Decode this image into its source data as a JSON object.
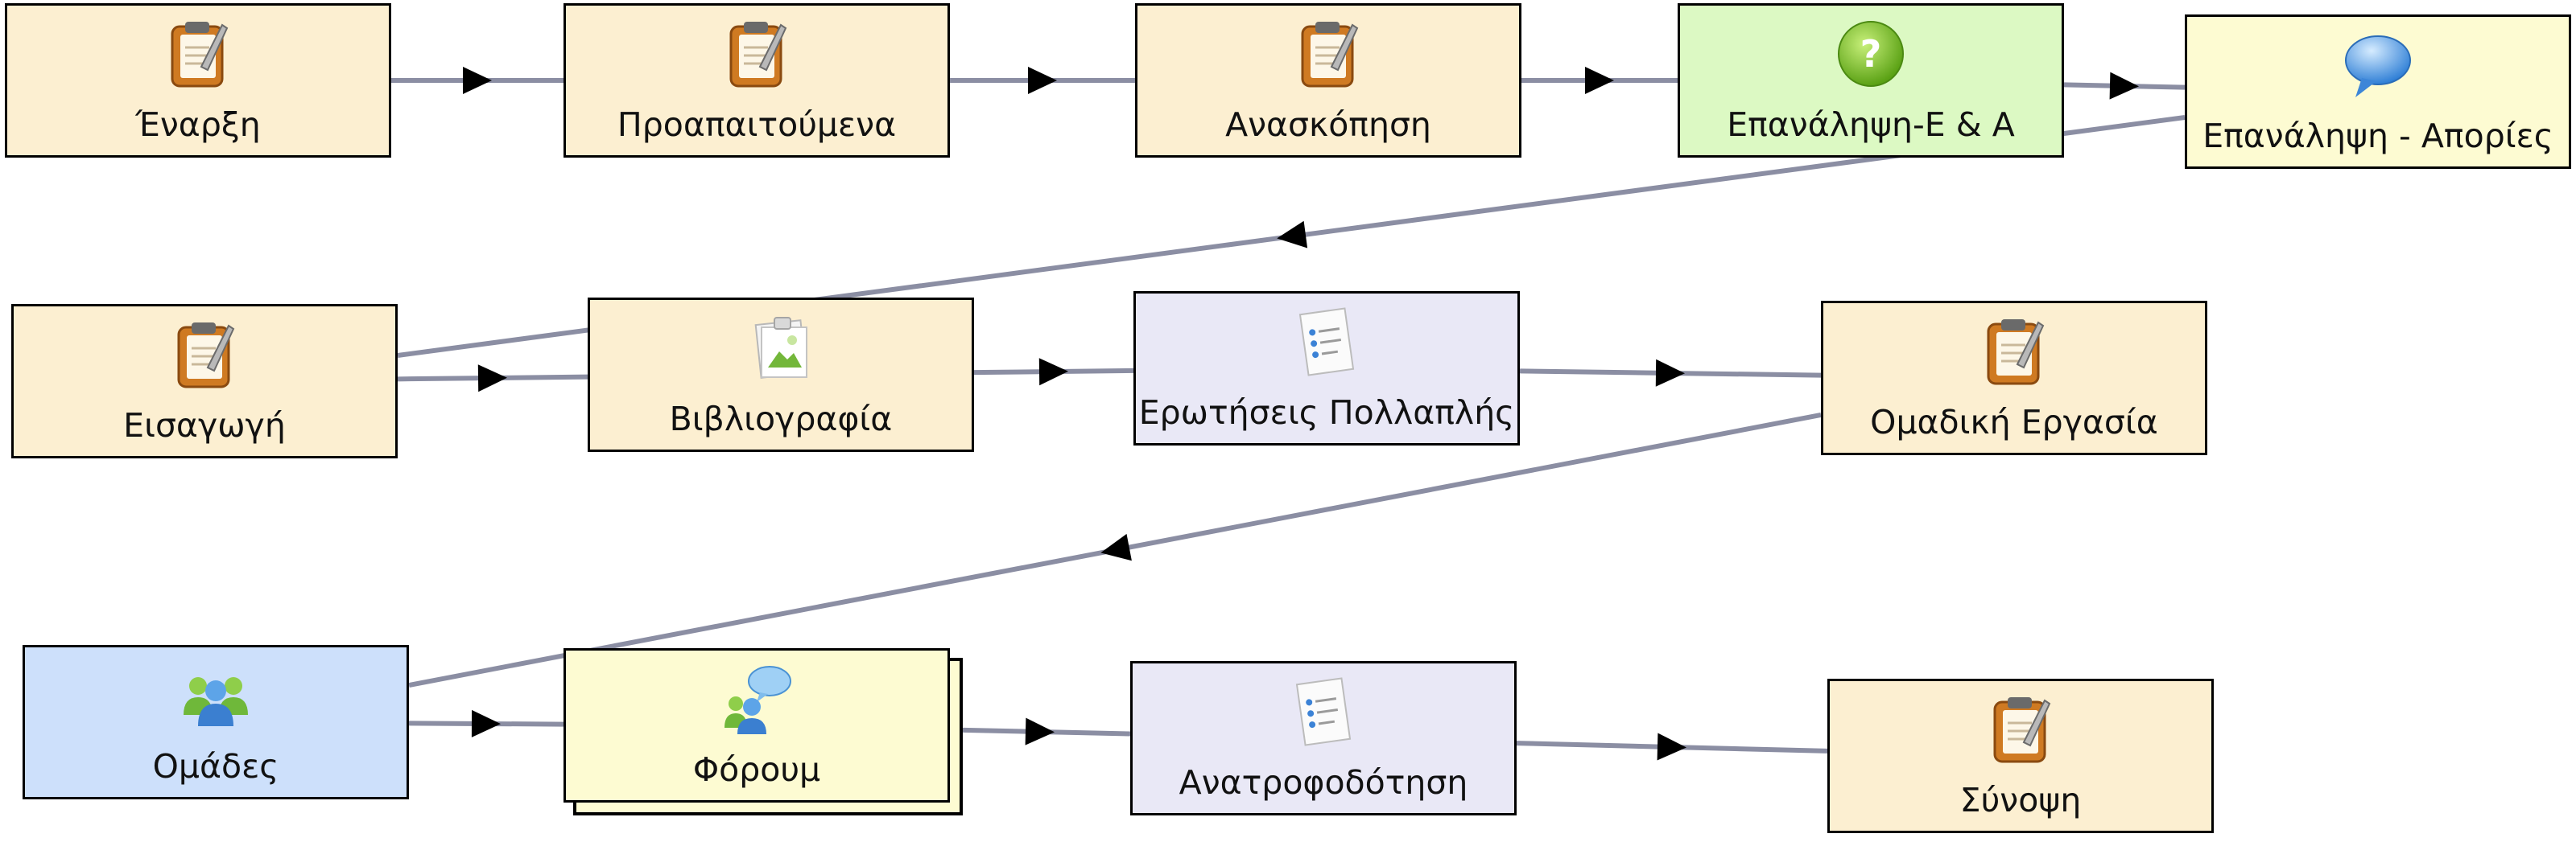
{
  "colors": {
    "edge": "#8b8ea3",
    "arrow": "#000000",
    "border": "#000000",
    "activity": "#fcefd1",
    "qa": "#dcf9c3",
    "forum": "#fdfbd2",
    "quiz": "#e9e8f6",
    "grouping": "#cde0fb"
  },
  "nodes": [
    {
      "id": "n1",
      "name": "node-enarxi",
      "label": "Έναρξη",
      "icon": "notebook-icon",
      "kind": "activity"
    },
    {
      "id": "n2",
      "name": "node-proapaitoumena",
      "label": "Προαπαιτούμενα",
      "icon": "notebook-icon",
      "kind": "activity"
    },
    {
      "id": "n3",
      "name": "node-anaskopisi",
      "label": "Ανασκόπηση",
      "icon": "notebook-icon",
      "kind": "activity"
    },
    {
      "id": "n4",
      "name": "node-epanalipsi-qa",
      "label": "Επανάληψη-Ε & Α",
      "icon": "question-icon",
      "kind": "qa"
    },
    {
      "id": "n5",
      "name": "node-epanalipsi-apories",
      "label": "Επανάληψη - Απορίες",
      "icon": "chat-bubble-icon",
      "kind": "forum"
    },
    {
      "id": "n6",
      "name": "node-eisagogi",
      "label": "Εισαγωγή",
      "icon": "notebook-icon",
      "kind": "activity"
    },
    {
      "id": "n7",
      "name": "node-vivliografia",
      "label": "Βιβλιογραφία",
      "icon": "picture-icon",
      "kind": "activity"
    },
    {
      "id": "n8",
      "name": "node-erotiseis",
      "label": "Ερωτήσεις Πολλαπλής",
      "icon": "checklist-icon",
      "kind": "quiz"
    },
    {
      "id": "n9",
      "name": "node-omadiki-ergasia",
      "label": "Ομαδική Εργασία",
      "icon": "notebook-icon",
      "kind": "activity"
    },
    {
      "id": "n10",
      "name": "node-omades",
      "label": "Ομάδες",
      "icon": "group-icon",
      "kind": "grouping"
    },
    {
      "id": "n11",
      "name": "node-foroum",
      "label": "Φόρουμ",
      "icon": "forum-icon",
      "kind": "forum",
      "stacked": true
    },
    {
      "id": "n12",
      "name": "node-anatrofodotisi",
      "label": "Ανατροφοδότηση",
      "icon": "checklist-icon",
      "kind": "quiz"
    },
    {
      "id": "n13",
      "name": "node-synopsi",
      "label": "Σύνοψη",
      "icon": "notebook-icon",
      "kind": "activity"
    }
  ],
  "edges": [
    {
      "from": "n1",
      "to": "n2"
    },
    {
      "from": "n2",
      "to": "n3"
    },
    {
      "from": "n3",
      "to": "n4"
    },
    {
      "from": "n4",
      "to": "n5"
    },
    {
      "from": "n5",
      "to": "n6"
    },
    {
      "from": "n6",
      "to": "n7"
    },
    {
      "from": "n7",
      "to": "n8"
    },
    {
      "from": "n8",
      "to": "n9"
    },
    {
      "from": "n9",
      "to": "n10"
    },
    {
      "from": "n10",
      "to": "n11"
    },
    {
      "from": "n11",
      "to": "n12"
    },
    {
      "from": "n12",
      "to": "n13"
    }
  ]
}
